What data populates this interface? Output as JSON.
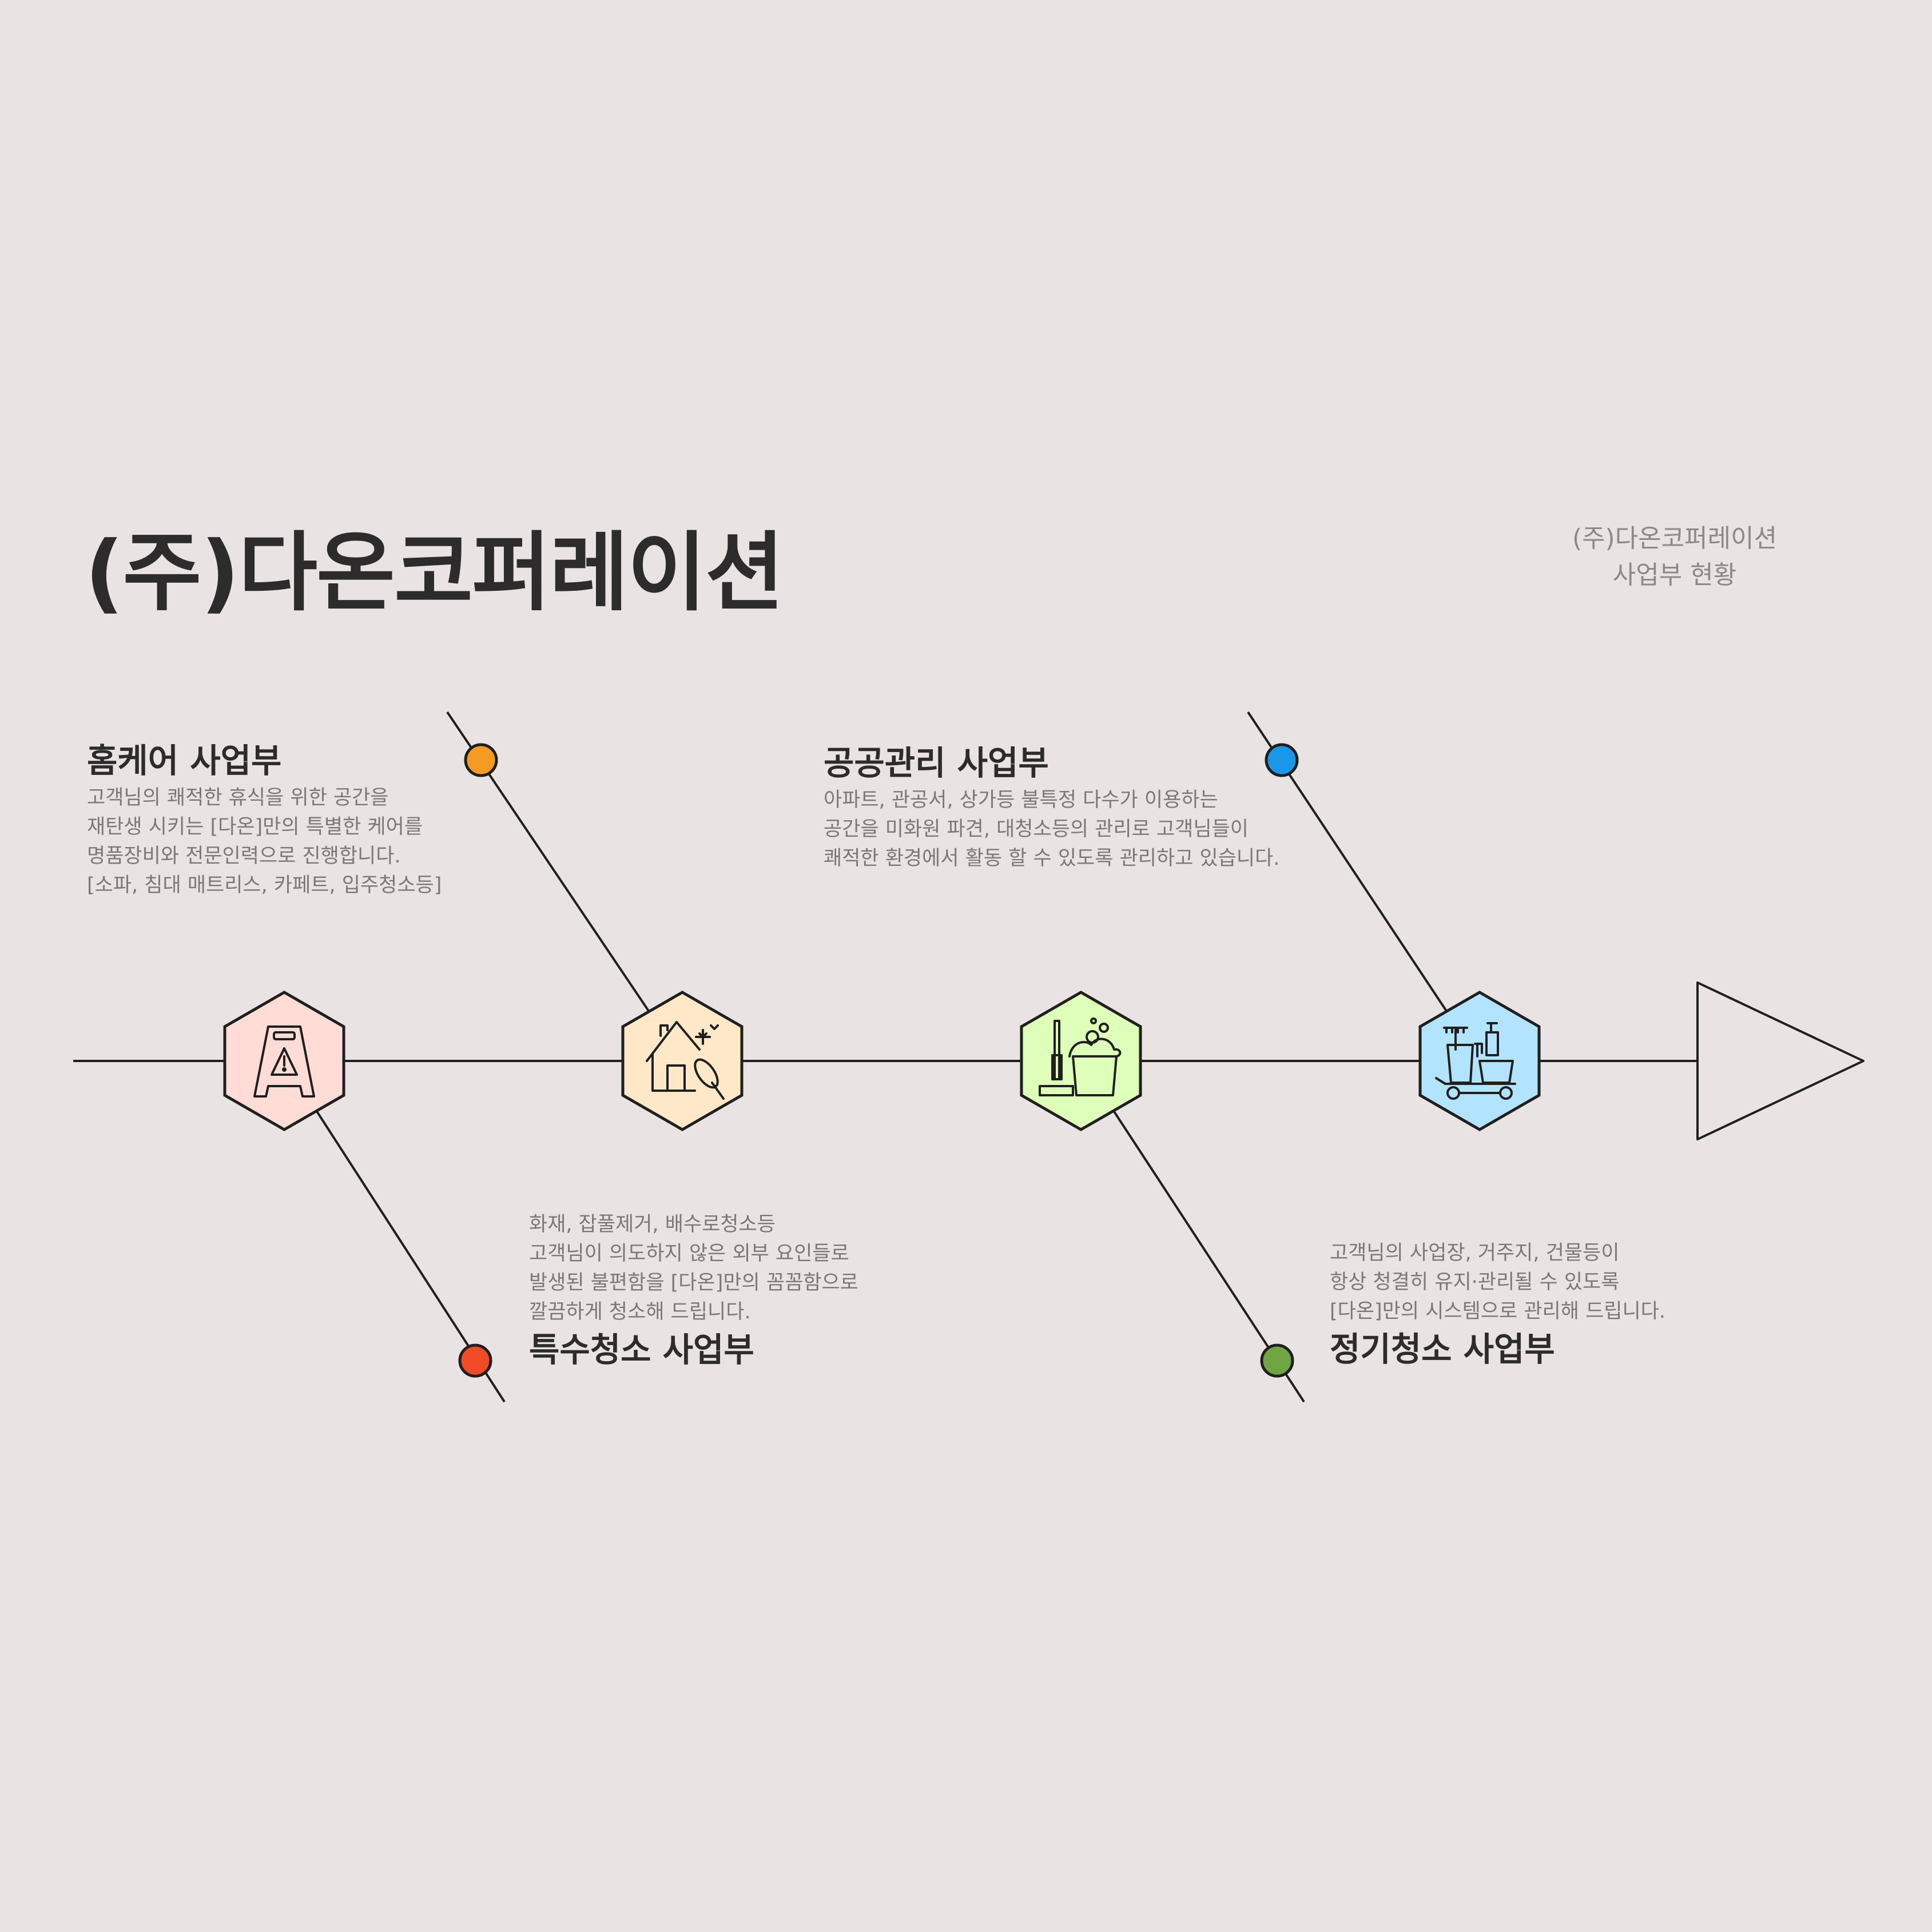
{
  "header": {
    "title": "(주)다온코퍼레이션",
    "subtitle_lines": [
      "(주)다온코퍼레이션",
      "사업부 현황"
    ]
  },
  "divisions": [
    {
      "title": "홈케어 사업부",
      "description": [
        "고객님의 쾌적한 휴식을 위한 공간을",
        "재탄생 시키는 [다온]만의 특별한 케어를",
        "명품장비와 전문인력으로 진행합니다.",
        "[소파, 침대 매트리스, 카페트, 입주청소등]"
      ],
      "dot_color": "#f59b23"
    },
    {
      "title": "특수청소 사업부",
      "description": [
        "화재, 잡풀제거, 배수로청소등",
        "고객님이 의도하지 않은 외부 요인들로",
        "발생된 불편함을 [다온]만의 꼼꼼함으로",
        "깔끔하게 청소해 드립니다."
      ],
      "dot_color": "#f04a27"
    },
    {
      "title": "공공관리 사업부",
      "description": [
        "아파트, 관공서, 상가등 불특정 다수가 이용하는",
        "공간을 미화원 파견, 대청소등의 관리로 고객님들이",
        "쾌적한 환경에서 활동 할 수 있도록 관리하고 있습니다."
      ],
      "dot_color": "#1a97e8"
    },
    {
      "title": "정기청소 사업부",
      "description": [
        "고객님의 사업장, 거주지, 건물등이",
        "항상 청결히 유지·관리될 수 있도록",
        "[다온]만의 시스템으로 관리해 드립니다."
      ],
      "dot_color": "#6fa543"
    }
  ],
  "hexagons": [
    {
      "icon": "wet-floor-sign-icon",
      "fill": "#ffdcd6"
    },
    {
      "icon": "house-cleaning-icon",
      "fill": "#ffe8c7"
    },
    {
      "icon": "mop-bucket-icon",
      "fill": "#deffb9"
    },
    {
      "icon": "cleaning-cart-icon",
      "fill": "#b2e3ff"
    }
  ]
}
